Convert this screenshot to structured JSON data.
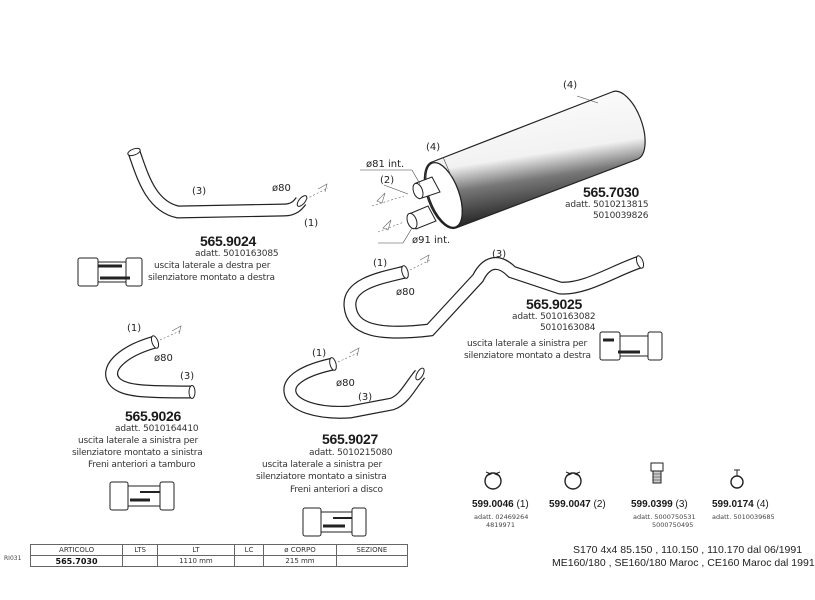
{
  "parts": {
    "muffler": {
      "code": "565.7030",
      "adatt": "adatt. 5010213815",
      "adatt2": "5010039826",
      "ref_body": "(4)",
      "ref_body2": "(4)",
      "ref_inlet": "(2)",
      "dia_top": "ø81  int.",
      "dia_bottom": "ø91  int."
    },
    "p9024": {
      "code": "565.9024",
      "adatt": "adatt. 5010163085",
      "line1": "uscita laterale a destra per",
      "line2": "silenziatore montato a destra",
      "ref_a": "(3)",
      "ref_b": "(1)",
      "dia": "ø80"
    },
    "p9025": {
      "code": "565.9025",
      "adatt": "adatt. 5010163082",
      "adatt2": "5010163084",
      "line1": "uscita laterale a sinistra per",
      "line2": "silenziatore montato a destra",
      "ref_a": "(1)",
      "ref_b": "(3)",
      "dia": "ø80"
    },
    "p9026": {
      "code": "565.9026",
      "adatt": "adatt. 5010164410",
      "line1": "uscita laterale a sinistra per",
      "line2": "silenziatore montato a sinistra",
      "line3": "Freni anteriori a tamburo",
      "ref_a": "(1)",
      "ref_b": "(3)",
      "dia": "ø80"
    },
    "p9027": {
      "code": "565.9027",
      "adatt": "adatt. 5010215080",
      "line1": "uscita laterale a sinistra per",
      "line2": "silenziatore montato a sinistra",
      "line3": "Freni anteriori a disco",
      "ref_a": "(1)",
      "ref_b": "(3)",
      "dia": "ø80"
    }
  },
  "accessories": [
    {
      "code": "599.0046",
      "qty": "(1)",
      "adatt": "adatt. 02469264",
      "adatt2": "4819971",
      "icon": "clamp-icon"
    },
    {
      "code": "599.0047",
      "qty": "(2)",
      "adatt": "",
      "adatt2": "",
      "icon": "clamp-icon"
    },
    {
      "code": "599.0399",
      "qty": "(3)",
      "adatt": "adatt. 5000750531",
      "adatt2": "5000750495",
      "icon": "bolt-icon"
    },
    {
      "code": "599.0174",
      "qty": "(4)",
      "adatt": "adatt. 5010039685",
      "adatt2": "",
      "icon": "hanger-icon"
    }
  ],
  "table": {
    "side_code": "RI031",
    "headers": [
      "ARTICOLO",
      "LTS",
      "LT",
      "LC",
      "ø CORPO",
      "SEZIONE"
    ],
    "row": [
      "565.7030",
      "",
      "1110 mm",
      "",
      "215 mm",
      ""
    ]
  },
  "applications": {
    "line1": "S170 4x4 85.150 , 110.150 , 110.170 dal 06/1991",
    "line2": "ME160/180 , SE160/180 Maroc , CE160 Maroc dal 1991"
  },
  "colors": {
    "line": "#222222",
    "shade": "#3a3a3a"
  }
}
